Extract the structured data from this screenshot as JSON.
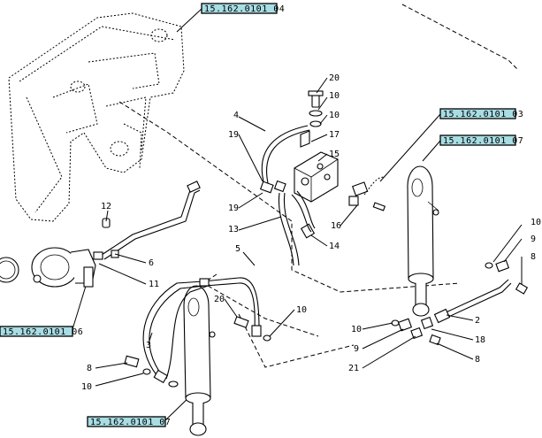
{
  "references": {
    "top": "15.162.0101 04",
    "right_upper": "15.162.0101 03",
    "right_lower": "15.162.0101 07",
    "left": "15.162.0101 06",
    "bottom": "15.162.0101 07"
  },
  "callouts": {
    "c20a": "20",
    "c10a": "10",
    "c10b": "10",
    "c4": "4",
    "c17": "17",
    "c19a": "19",
    "c15": "15",
    "c19b": "19",
    "c13": "13",
    "c14": "14",
    "c16": "16",
    "c12": "12",
    "c6": "6",
    "c11": "11",
    "c5": "5",
    "c20b": "20",
    "c10c": "10",
    "c3": "3",
    "c8a": "8",
    "c10d": "10",
    "c10e": "10",
    "c9a": "9",
    "c8b": "8",
    "c2": "2",
    "c10f": "10",
    "c9b": "9",
    "c18": "18",
    "c8c": "8",
    "c21": "21"
  }
}
